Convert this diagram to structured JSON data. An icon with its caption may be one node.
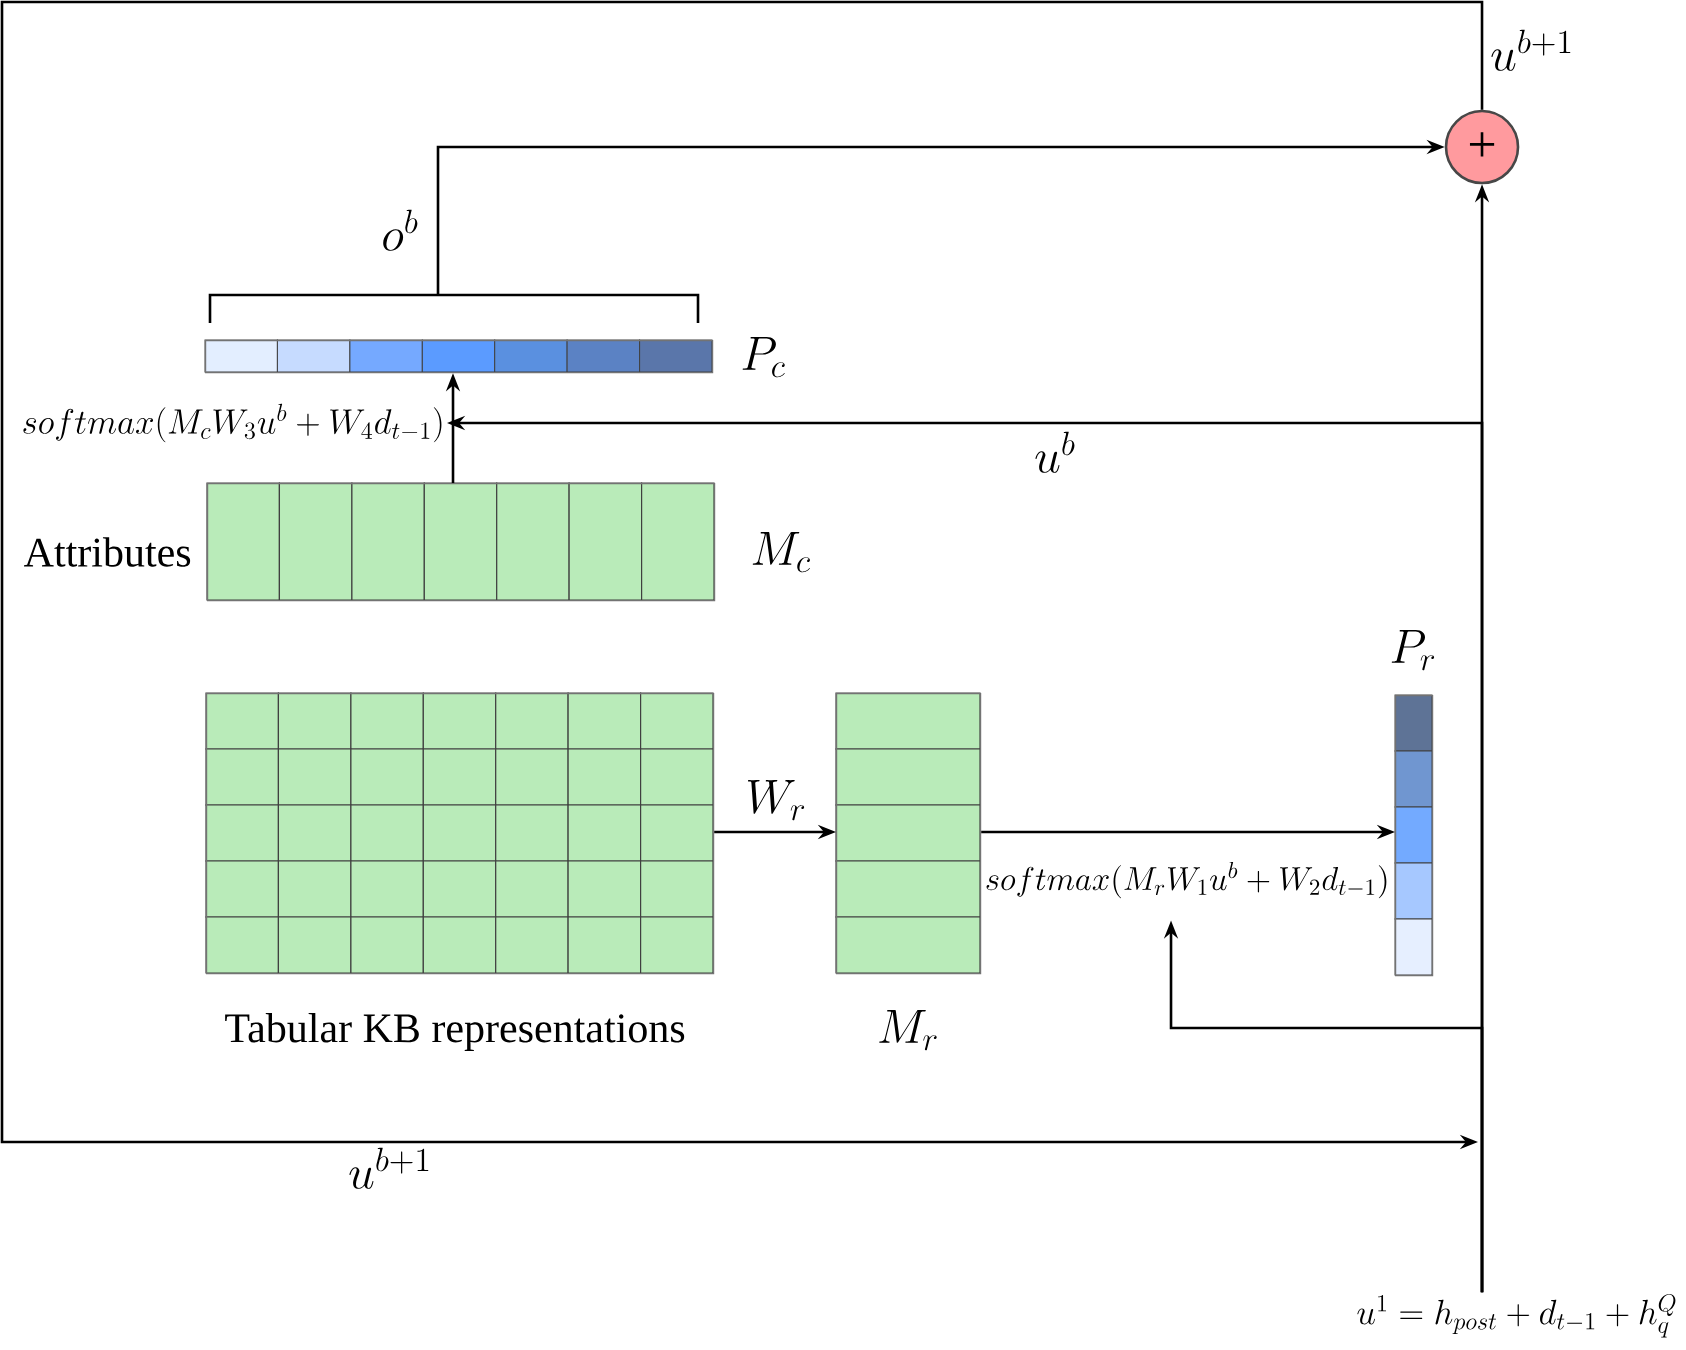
{
  "diagram": {
    "nodes": [
      {
        "text": [
          "+"
        ]
      },
      {
        "text": [],
        "shape": "bar",
        "beside": [
          "P_c"
        ]
      },
      {
        "text": [
          "softmax(M_cW_3u^b + W_4d_{t-1})"
        ]
      },
      {
        "text": [],
        "shape": "box",
        "beside": [
          "Attributes",
          "M_c"
        ]
      },
      {
        "text": [],
        "shape": "box",
        "beside": [
          "Tabular KB representations"
        ]
      },
      {
        "text": [],
        "shape": "box",
        "beside": [
          "M_r"
        ]
      },
      {
        "text": [],
        "shape": "bar",
        "beside": [
          "P_r"
        ]
      },
      {
        "text": [
          "softmax(M_rW_1u^b + W_2d_{t-1})"
        ]
      },
      {
        "text": [
          "u^1 = h_{post} + d_{t-1} + h_q^Q"
        ]
      }
    ],
    "edges": [
      {
        "from": 1,
        "to": 0,
        "arrow": "to",
        "label": "o^b"
      },
      {
        "from": 3,
        "to": 1,
        "arrow": "to"
      },
      {
        "from": 8,
        "to": 2,
        "arrow": "to",
        "label": "u^b"
      },
      {
        "from": 4,
        "to": 5,
        "arrow": "to",
        "label": "W_r"
      },
      {
        "from": 5,
        "to": 6,
        "arrow": "to"
      },
      {
        "from": 8,
        "to": 7,
        "arrow": "to"
      },
      {
        "from": 8,
        "to": 0,
        "arrow": "to"
      },
      {
        "from": 0,
        "to": null,
        "arrow": "to",
        "label": "u^{b+1}"
      }
    ],
    "labels": [
      "u^{b+1}"
    ]
  }
}
